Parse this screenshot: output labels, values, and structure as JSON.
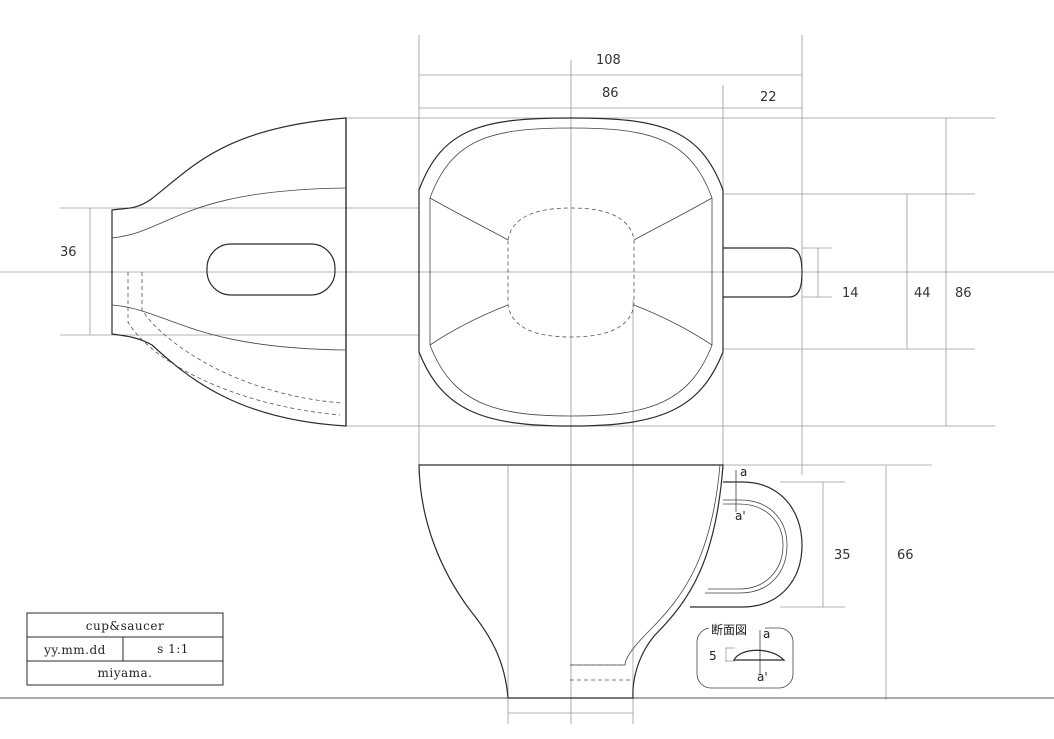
{
  "dimensions": {
    "overall_width": "108",
    "cup_width": "86",
    "handle_width": "22",
    "side_height": "36",
    "handle_thickness": "14",
    "inner_height": "44",
    "cup_depth": "86",
    "handle_height": "35",
    "cup_height": "66"
  },
  "section": {
    "title": "断面図",
    "mark_a": "a",
    "mark_a_prime": "a'",
    "thickness": "5"
  },
  "title_block": {
    "name": "cup&saucer",
    "date": "yy.mm.dd",
    "scale": "s 1:1",
    "author": "miyama."
  }
}
